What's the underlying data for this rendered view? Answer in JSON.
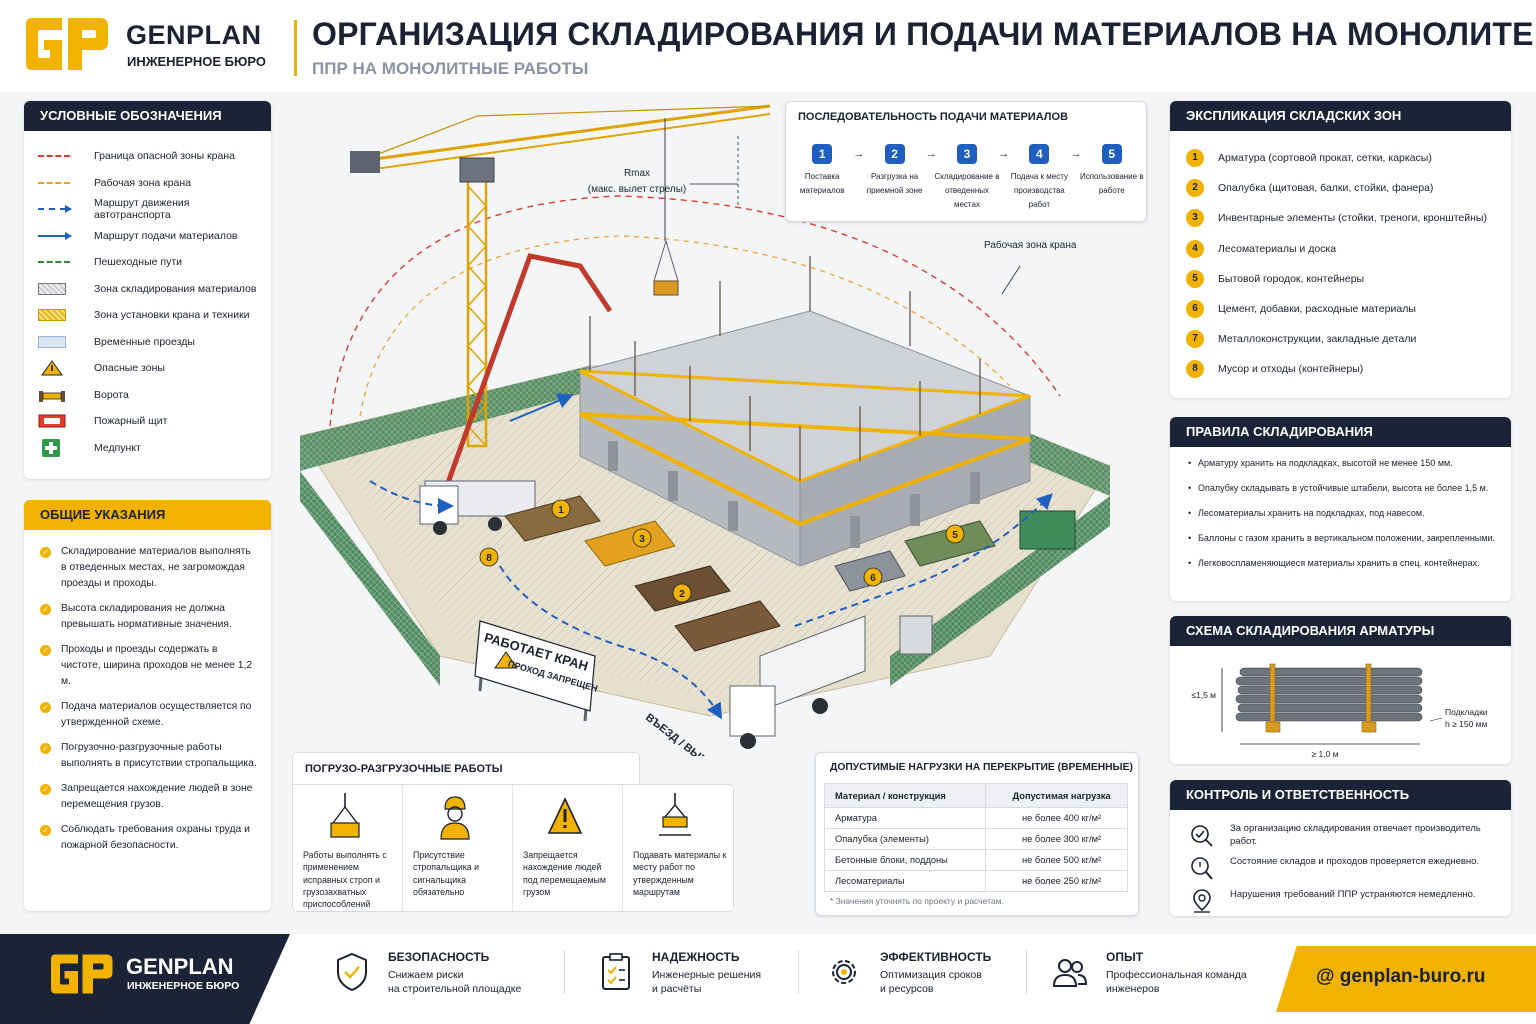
{
  "header": {
    "logo_name": "GENPLAN",
    "logo_sub": "ИНЖЕНЕРНОЕ БЮРО",
    "title": "ОРГАНИЗАЦИЯ СКЛАДИРОВАНИЯ И ПОДАЧИ МАТЕРИАЛОВ НА МОНОЛИТЕ",
    "subtitle": "ППР НА МОНОЛИТНЫЕ РАБОТЫ"
  },
  "colors": {
    "navy": "#1b2436",
    "yellow": "#f2b200",
    "danger": "#e23b2e",
    "route": "#1f5fbf",
    "walk": "#2e8b3a"
  },
  "legend": {
    "title": "УСЛОВНЫЕ ОБОЗНАЧЕНИЯ",
    "items": [
      {
        "label": "Граница опасной зоны крана",
        "symbol": "red-dashed-line"
      },
      {
        "label": "Рабочая зона крана",
        "symbol": "orange-dashed-line"
      },
      {
        "label": "Маршрут движения автотранспорта",
        "symbol": "blue-dashed-arrow"
      },
      {
        "label": "Маршрут подачи материалов",
        "symbol": "blue-solid-arrow"
      },
      {
        "label": "Пешеходные пути",
        "symbol": "green-dashed-line"
      },
      {
        "label": "Зона складирования материалов",
        "symbol": "gray-hatched-box"
      },
      {
        "label": "Зона установки крана и техники",
        "symbol": "yellow-hatched-box"
      },
      {
        "label": "Временные проезды",
        "symbol": "light-blue-box"
      },
      {
        "label": "Опасные зоны",
        "symbol": "warning-triangle-icon"
      },
      {
        "label": "Ворота",
        "symbol": "gate-icon"
      },
      {
        "label": "Пожарный щит",
        "symbol": "fire-board-icon"
      },
      {
        "label": "Медпункт",
        "symbol": "first-aid-icon"
      }
    ]
  },
  "notes": {
    "title": "ОБЩИЕ УКАЗАНИЯ",
    "items": [
      "Складирование материалов выполнять в отведенных местах, не загромождая проезды и проходы.",
      "Высота складирования не должна превышать нормативные значения.",
      "Проходы и проезды содержать в чистоте, ширина проходов не менее 1,2 м.",
      "Подача материалов осуществляется по утвержденной схеме.",
      "Погрузочно-разгрузочные работы выполнять в присутствии стропальщика.",
      "Запрещается нахождение людей в зоне перемещения грузов.",
      "Соблюдать требования охраны труда и пожарной безопасности."
    ]
  },
  "sequence": {
    "title": "ПОСЛЕДОВАТЕЛЬНОСТЬ ПОДАЧИ МАТЕРИАЛОВ",
    "steps": [
      {
        "num": "1",
        "label": "Поставка материалов"
      },
      {
        "num": "2",
        "label": "Разгрузка на приемной зоне"
      },
      {
        "num": "3",
        "label": "Складирование в отведенных местах"
      },
      {
        "num": "4",
        "label": "Подача к месту производства работ"
      },
      {
        "num": "5",
        "label": "Использование в работе"
      }
    ]
  },
  "illustration": {
    "rmax_label": "Rmax",
    "rmax_sub": "(макс. вылет стрелы)",
    "work_zone_label": "Рабочая зона крана",
    "sign_main": "РАБОТАЕТ КРАН",
    "sign_sub": "ПРОХОД ЗАПРЕЩЕН",
    "gate_label": "ВЪЕЗД / ВЫЕЗД",
    "storage_badges": [
      "1",
      "2",
      "3",
      "5",
      "6",
      "8"
    ]
  },
  "explication": {
    "title": "ЭКСПЛИКАЦИЯ СКЛАДСКИХ ЗОН",
    "items": [
      {
        "num": "1",
        "label": "Арматура (сортовой прокат, сетки, каркасы)"
      },
      {
        "num": "2",
        "label": "Опалубка (щитовая, балки, стойки, фанера)"
      },
      {
        "num": "3",
        "label": "Инвентарные элементы (стойки, треноги, кронштейны)"
      },
      {
        "num": "4",
        "label": "Лесоматериалы и доска"
      },
      {
        "num": "5",
        "label": "Бытовой городок, контейнеры"
      },
      {
        "num": "6",
        "label": "Цемент, добавки, расходные материалы"
      },
      {
        "num": "7",
        "label": "Металлоконструкции, закладные детали"
      },
      {
        "num": "8",
        "label": "Мусор и отходы (контейнеры)"
      }
    ]
  },
  "rules": {
    "title": "ПРАВИЛА СКЛАДИРОВАНИЯ",
    "items": [
      "Арматуру хранить на подкладках, высотой не менее 150 мм.",
      "Опалубку складывать в устойчивые штабели, высота не более 1,5 м.",
      "Лесоматериалы хранить на подкладках, под навесом.",
      "Баллоны с газом хранить в вертикальном положении, закрепленными.",
      "Легковоспламеняющиеся материалы хранить в спец. контейнерах."
    ]
  },
  "rebar": {
    "title": "СХЕМА СКЛАДИРОВАНИЯ АРМАТУРЫ",
    "height_label": "≤1,5 м",
    "width_label": "≥ 1,0 м",
    "pads_label": "Подкладки",
    "pads_sub": "h ≥ 150 мм"
  },
  "control": {
    "title": "КОНТРОЛЬ И ОТВЕТСТВЕННОСТЬ",
    "items": [
      {
        "label": "За организацию складирования отвечает производитель работ.",
        "icon": "responsible-icon"
      },
      {
        "label": "Состояние складов и проходов проверяется ежедневно.",
        "icon": "inspection-icon"
      },
      {
        "label": "Нарушения требований ППР устраняются немедленно.",
        "icon": "location-icon"
      }
    ]
  },
  "loading": {
    "title": "ПОГРУЗО-РАЗГРУЗОЧНЫЕ РАБОТЫ",
    "items": [
      {
        "label": "Работы выполнять с применением исправных строп и грузозахватных приспособлений",
        "icon": "crane-load-icon"
      },
      {
        "label": "Присутствие стропальщика и сигнальщика обязательно",
        "icon": "worker-icon"
      },
      {
        "label": "Запрещается нахождение людей под перемещаемым грузом",
        "icon": "warning-icon"
      },
      {
        "label": "Подавать материалы к месту работ по утвержденным маршрутам",
        "icon": "load-route-icon"
      }
    ]
  },
  "loads": {
    "title": "ДОПУСТИМЫЕ НАГРУЗКИ НА ПЕРЕКРЫТИЕ (ВРЕМЕННЫЕ)",
    "col1": "Материал / конструкция",
    "col2": "Допустимая нагрузка",
    "rows": [
      {
        "material": "Арматура",
        "load": "не более 400 кг/м²"
      },
      {
        "material": "Опалубка (элементы)",
        "load": "не более 300 кг/м²"
      },
      {
        "material": "Бетонные блоки, поддоны",
        "load": "не более 500 кг/м²"
      },
      {
        "material": "Лесоматериалы",
        "load": "не более 250 кг/м²"
      }
    ],
    "note": "* Значения уточнять по проекту и расчетам."
  },
  "footer": {
    "logo_name": "GENPLAN",
    "logo_sub": "ИНЖЕНЕРНОЕ БЮРО",
    "features": [
      {
        "title": "БЕЗОПАСНОСТЬ",
        "line1": "Снижаем риски",
        "line2": "на строительной площадке",
        "icon": "shield-check-icon"
      },
      {
        "title": "НАДЕЖНОСТЬ",
        "line1": "Инженерные решения",
        "line2": "и расчёты",
        "icon": "checklist-icon"
      },
      {
        "title": "ЭФФЕКТИВНОСТЬ",
        "line1": "Оптимизация сроков",
        "line2": "и ресурсов",
        "icon": "gear-icon"
      },
      {
        "title": "ОПЫТ",
        "line1": "Профессиональная команда",
        "line2": "инженеров",
        "icon": "team-icon"
      }
    ],
    "website": "@ genplan-buro.ru"
  }
}
